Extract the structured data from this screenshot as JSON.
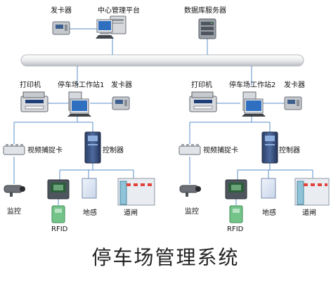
{
  "diagram": {
    "title": "停车场管理系统",
    "center": {
      "card_issuer": "发卡器",
      "management_platform": "中心管理平台",
      "db_server": "数据库服务器"
    },
    "stations": [
      {
        "printer": "打印机",
        "workstation": "停车场工作站1",
        "card_issuer": "发卡器",
        "capture_card": "视频捕捉卡",
        "controller": "控制器",
        "monitor": "监控",
        "rfid": "RFID",
        "loop_sensor": "地感",
        "barrier_gate": "道闸"
      },
      {
        "printer": "打印机",
        "workstation": "停车场工作站2",
        "card_issuer": "发卡器",
        "capture_card": "视频捕捉卡",
        "controller": "控制器",
        "monitor": "监控",
        "rfid": "RFID",
        "loop_sensor": "地感",
        "barrier_gate": "道闸"
      }
    ]
  }
}
